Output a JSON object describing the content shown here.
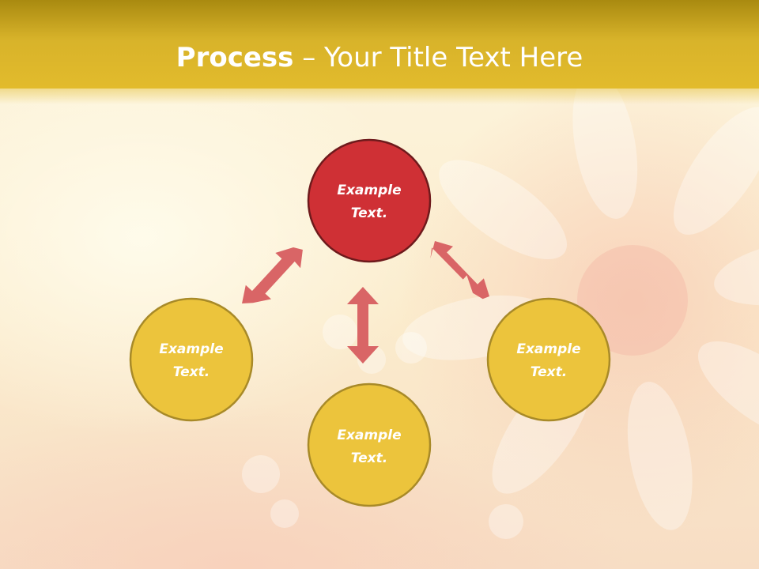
{
  "slide": {
    "title_bold": "Process",
    "title_separator": " – ",
    "title_rest": "Your Title Text Here"
  },
  "colors": {
    "header": "#dcb52a",
    "node_top_fill": "#cf3035",
    "node_top_stroke": "#6e1a1c",
    "node_fill": "#ecc43c",
    "node_stroke": "#a88a28",
    "arrow": "#d96566"
  },
  "nodes": {
    "top": {
      "line1": "Example",
      "line2": "Text."
    },
    "left": {
      "line1": "Example",
      "line2": "Text."
    },
    "bottom": {
      "line1": "Example",
      "line2": "Text."
    },
    "right": {
      "line1": "Example",
      "line2": "Text."
    }
  },
  "connectors": [
    {
      "from": "top",
      "to": "left",
      "direction": "both"
    },
    {
      "from": "top",
      "to": "right",
      "direction": "both"
    },
    {
      "from": "top",
      "to": "bottom",
      "direction": "both"
    }
  ]
}
